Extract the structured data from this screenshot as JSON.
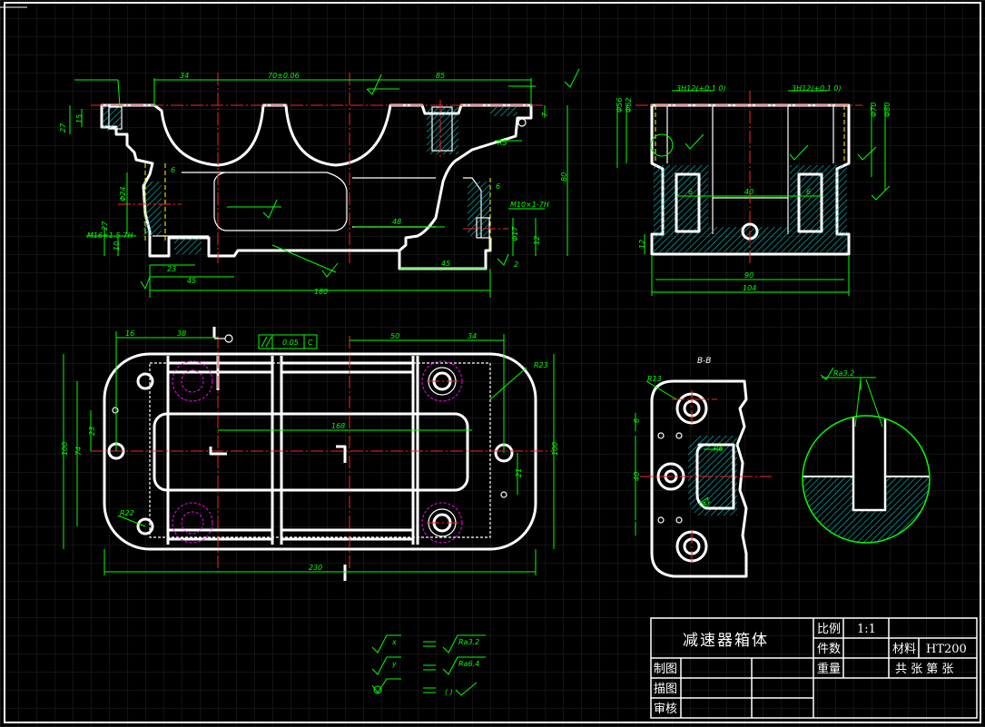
{
  "title_block": {
    "part_name": "减速器箱体",
    "scale_label": "比例",
    "scale_value": "1:1",
    "quantity_label": "件数",
    "material_label": "材料",
    "material_value": "HT200",
    "weight_label": "重量",
    "sheets_text": "共 张 第 张",
    "drawn_label": "制图",
    "traced_label": "描图",
    "checked_label": "审核"
  },
  "views": {
    "section_label": "B-B",
    "roughness_label": "Ra3.2"
  },
  "dimensions": {
    "front": [
      "34",
      "70±0.06",
      "85",
      "27",
      "15",
      "7",
      "R5",
      "6",
      "6",
      "Φ24",
      "27",
      "10",
      "M16×1.5-7H",
      "48",
      "M10×1-7H",
      "Φ17",
      "12",
      "80",
      "23",
      "45",
      "45",
      "180",
      "2"
    ],
    "side": [
      "3H12(+0.1 0)",
      "3H12(+0.1 0)",
      "Φ56",
      "Φ62",
      "Φ70",
      "Φ80",
      "6",
      "40",
      "6",
      "12",
      "90",
      "104"
    ],
    "top": [
      "16",
      "38",
      "50",
      "34",
      "R23",
      "0.05",
      "C",
      "168",
      "23",
      "100",
      "21",
      "R22",
      "230",
      "100",
      "74"
    ],
    "section": [
      "R13",
      "R6",
      "6",
      "40",
      "R2"
    ]
  },
  "roughness_legend": [
    {
      "left": "x",
      "right": "Ra3.2"
    },
    {
      "left": "y",
      "right": "Ra6.4"
    },
    {
      "left": "",
      "right": "( )"
    }
  ],
  "colors": {
    "geometry": "#ffffff",
    "dimension": "#00ff00",
    "centerline": "#ff2222",
    "hidden": "#ffff00",
    "hole_circle": "#ff00ff",
    "hatch": "#00d0d0",
    "grid": "#2a2a2a"
  }
}
